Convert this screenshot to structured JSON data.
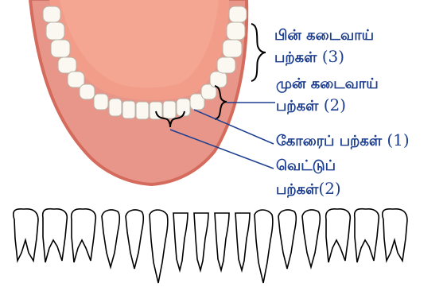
{
  "labels": {
    "molars_name": "பின் கடைவாய்",
    "molars_suffix": "பற்கள்",
    "molars_count": "(3)",
    "premolars_name": "முன் கடைவாய்",
    "premolars_suffix": "பற்கள்",
    "premolars_count": "(2)",
    "canines_name": "கோரைப் பற்கள்",
    "canines_count": "(1)",
    "incisors_name": "வெட்டுப்",
    "incisors_suffix": "பற்கள்",
    "incisors_count": "(2)"
  },
  "colors": {
    "label_text": "#1e3f8f",
    "gum": "#e8968a",
    "lip": "#d56b5d",
    "throat": "#f29d8a",
    "tooth": "#fbf8f1",
    "leader_line": "#1e3f8f",
    "brace": "#000000"
  }
}
